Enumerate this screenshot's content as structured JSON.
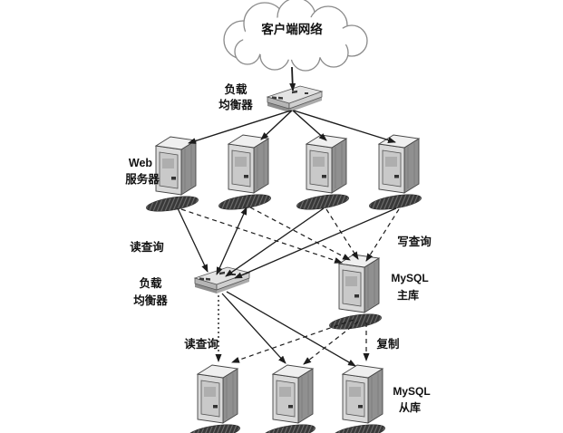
{
  "diagram": {
    "type": "architecture-diagram",
    "nodes": {
      "client_network": {
        "label": "客户端网络"
      },
      "load_balancer_top": {
        "line1": "负载",
        "line2": "均衡器"
      },
      "web_servers": {
        "line1": "Web",
        "line2": "服务器",
        "count": 4
      },
      "load_balancer_bottom": {
        "line1": "负载",
        "line2": "均衡器"
      },
      "mysql_master": {
        "line1": "MySQL",
        "line2": "主库"
      },
      "mysql_slaves": {
        "line1": "MySQL",
        "line2": "从库",
        "count": 3
      }
    },
    "edge_labels": {
      "read_query_upper": "读查询",
      "write_query": "写查询",
      "read_query_lower": "读查询",
      "replication": "复制"
    },
    "colors": {
      "line": "#1c1c1c",
      "server_top": "#efefef",
      "server_front": "#d9d9d9",
      "server_side": "#909090",
      "shadow": "#383838",
      "background": "#ffffff"
    }
  }
}
